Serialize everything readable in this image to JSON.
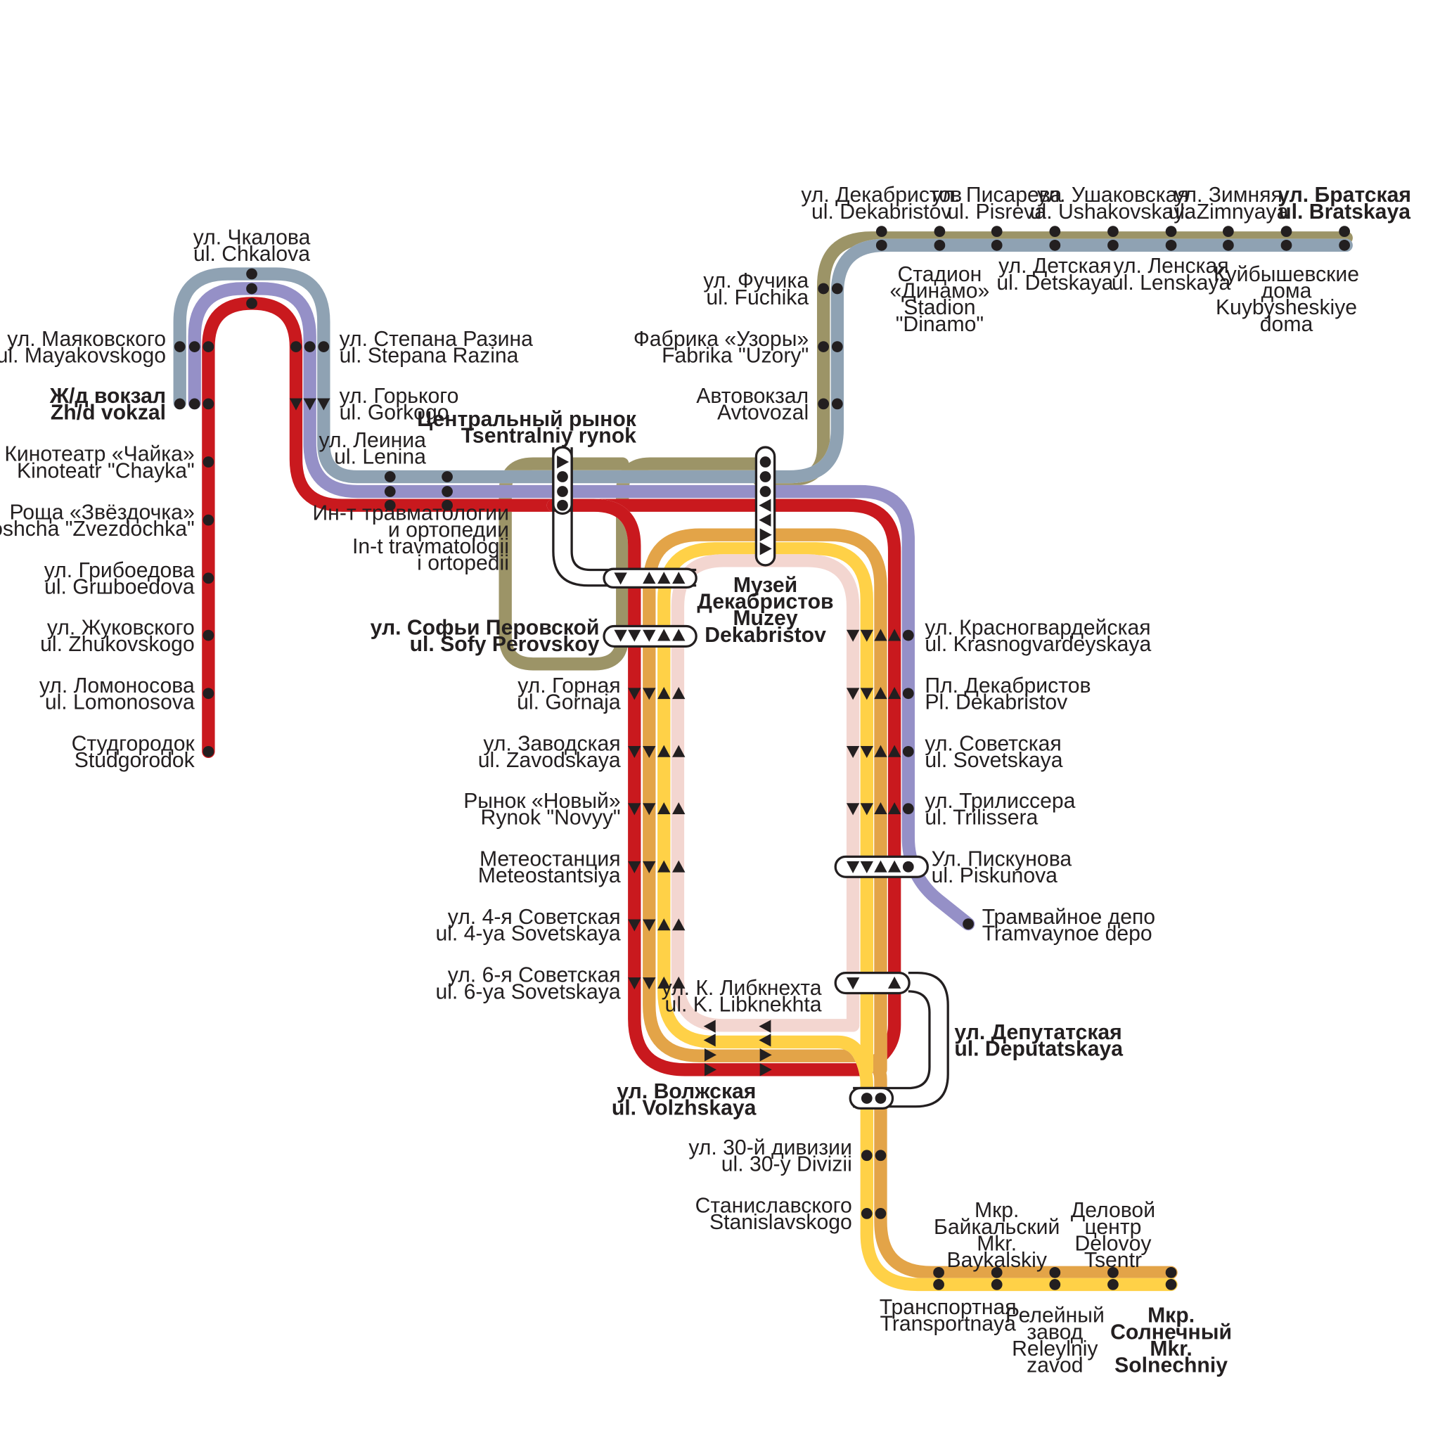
{
  "map": {
    "title": "",
    "lines": [
      {
        "id": "olive",
        "color": "#9c9467"
      },
      {
        "id": "steel",
        "color": "#8fa2b3"
      },
      {
        "id": "lavender",
        "color": "#9590c7"
      },
      {
        "id": "red",
        "color": "#c9191e"
      },
      {
        "id": "orange",
        "color": "#e3a448"
      },
      {
        "id": "yellow",
        "color": "#ffd147"
      },
      {
        "id": "pink",
        "color": "#f3d6d0"
      }
    ],
    "stations": [
      {
        "ru": "ул. Чкалова",
        "lat": "ul. Chkalova"
      },
      {
        "ru": "ул. Маяковского",
        "lat": "ul. Mayakovskogo"
      },
      {
        "ru": "Ж/д вокзал",
        "lat": "Zh/d vokzal",
        "bold": true
      },
      {
        "ru": "ул. Степана Разина",
        "lat": "ul. Stepana Razina"
      },
      {
        "ru": "ул. Горького",
        "lat": "ul. Gorkogo"
      },
      {
        "ru": "ул. Леиниа",
        "lat": "ul. Lenina"
      },
      {
        "ru": "Кинотеатр «Чайка»",
        "lat": "Kinoteatr \"Chayka\""
      },
      {
        "ru": "Роща «Звёздочка»",
        "lat": "Roshcha \"Zvezdochka\""
      },
      {
        "ru": "ул. Грибоедова",
        "lat": "ul. Grшboedova"
      },
      {
        "ru": "ул. Жуковского",
        "lat": "ul. Zhukovskogo"
      },
      {
        "ru": "ул. Ломоносова",
        "lat": "ul. Lomonosova"
      },
      {
        "ru": "Студгородок",
        "lat": "Studgorodok"
      },
      {
        "ru": "Центральный рынок",
        "lat": "Tsentralniy rynok",
        "bold": true
      },
      {
        "lines": [
          "Ин-т травматологии",
          "и ортопедии",
          "In-t travmatologii",
          "i ortopedii"
        ]
      },
      {
        "ru": "ул. Софьи Перовской",
        "lat": "ul. Sofy Perovskoy",
        "bold": true
      },
      {
        "ru": "ул. Горная",
        "lat": "ul. Gornaja"
      },
      {
        "ru": "ул. Заводская",
        "lat": "ul. Zavodskaya"
      },
      {
        "ru": "Рынок «Новый»",
        "lat": "Rynok \"Novyy\""
      },
      {
        "ru": "Метеостанция",
        "lat": "Meteostantsiya"
      },
      {
        "ru": "ул. 4-я Советская",
        "lat": "ul. 4-ya Sovetskaya"
      },
      {
        "ru": "ул. 6-я Советская",
        "lat": "ul. 6-ya Sovetskaya"
      },
      {
        "ru": "ул. К. Либкнехта",
        "lat": "ul. K. Libknekhta"
      },
      {
        "ru": "ул. Волжская",
        "lat": "ul. Volzhskaya",
        "bold": true
      },
      {
        "lines": [
          "Музей",
          "Декабристов",
          "Muzey",
          "Dekabristov"
        ],
        "bold": true
      },
      {
        "ru": "ул. Фучика",
        "lat": "ul. Fuchika"
      },
      {
        "ru": "Фабрика «Узоры»",
        "lat": "Fabrika \"Uzory\""
      },
      {
        "ru": "Автовокзал",
        "lat": "Avtovozal"
      },
      {
        "ru": "ул. Декабристов",
        "lat": "ul. Dekabristov"
      },
      {
        "lines": [
          "Стадион",
          "«Динамо»",
          "Stadion",
          "\"Dinamo\""
        ]
      },
      {
        "ru": "ул. Писарева",
        "lat": "ul. Pisreva"
      },
      {
        "ru": "ул. Детская",
        "lat": "ul. Detskaya"
      },
      {
        "ru": "ул. Ушаковская",
        "lat": "ul. Ushakovskaya"
      },
      {
        "ru": "ул. Ленская",
        "lat": "ul. Lenskaya"
      },
      {
        "ru": "ул. Зимняя",
        "lat": "ul. Zimnyaya"
      },
      {
        "lines": [
          "Куйбышевские",
          "дома",
          "Kuybysheskiye",
          "doma"
        ]
      },
      {
        "ru": "ул. Братская",
        "lat": "ul. Bratskaya",
        "bold": true
      },
      {
        "ru": "ул. Красногвардейская",
        "lat": "ul. Krasnogvardeyskaya"
      },
      {
        "ru": "Пл. Декабристов",
        "lat": "Pl. Dekabristov"
      },
      {
        "ru": "ул. Советская",
        "lat": "ul. Sovetskaya"
      },
      {
        "ru": "ул. Трилиссера",
        "lat": "ul. Trilissera"
      },
      {
        "ru": "Ул. Пискунова",
        "lat": "ul. Piskunova"
      },
      {
        "ru": "Трамвайное депо",
        "lat": "Tramvaynoe depo"
      },
      {
        "ru": "ул. Депутатская",
        "lat": "ul. Deputatskaya",
        "bold": true
      },
      {
        "ru": "ул. 30-й дивизии",
        "lat": "ul. 30-y Divizii"
      },
      {
        "ru": "Станиславского",
        "lat": "Stanislavskogo"
      },
      {
        "lines": [
          "Мкр.",
          "Байкальский",
          "Mkr.",
          "Baykalskiy"
        ]
      },
      {
        "lines": [
          "Деловой",
          "центр",
          "Delovoy",
          "Tsentr"
        ]
      },
      {
        "ru": "Транспортная",
        "lat": "Transportnaya"
      },
      {
        "lines": [
          "Релейный",
          "завод",
          "Releylniy",
          "zavod"
        ]
      },
      {
        "lines": [
          "Мкр.",
          "Солнечный",
          "Mkr.",
          "Solnechniy"
        ],
        "bold": true
      }
    ]
  }
}
